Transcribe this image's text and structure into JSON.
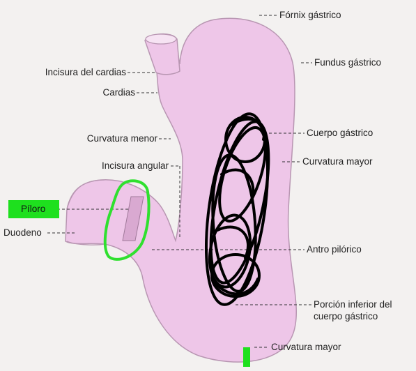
{
  "labels": {
    "fornix": "Fórnix gástrico",
    "fundus": "Fundus gástrico",
    "incisura_cardias": "Incisura del cardias",
    "cardias": "Cardias",
    "curvatura_menor": "Curvatura menor",
    "cuerpo": "Cuerpo gástrico",
    "curvatura_mayor_1": "Curvatura mayor",
    "incisura_angular": "Incisura angular",
    "piloro": "Píloro",
    "duodeno": "Duodeno",
    "antro": "Antro pilórico",
    "porcion_line1": "Porción inferior del",
    "porcion_line2": "cuerpo gástrico",
    "curvatura_mayor_2": "Curvatura mayor"
  },
  "colors": {
    "stomach_fill": "#eec6e8",
    "stomach_stroke": "#b896b2",
    "background": "#f3f1f0",
    "highlight_green": "#1ee01e",
    "annotation_black": "#000000"
  }
}
